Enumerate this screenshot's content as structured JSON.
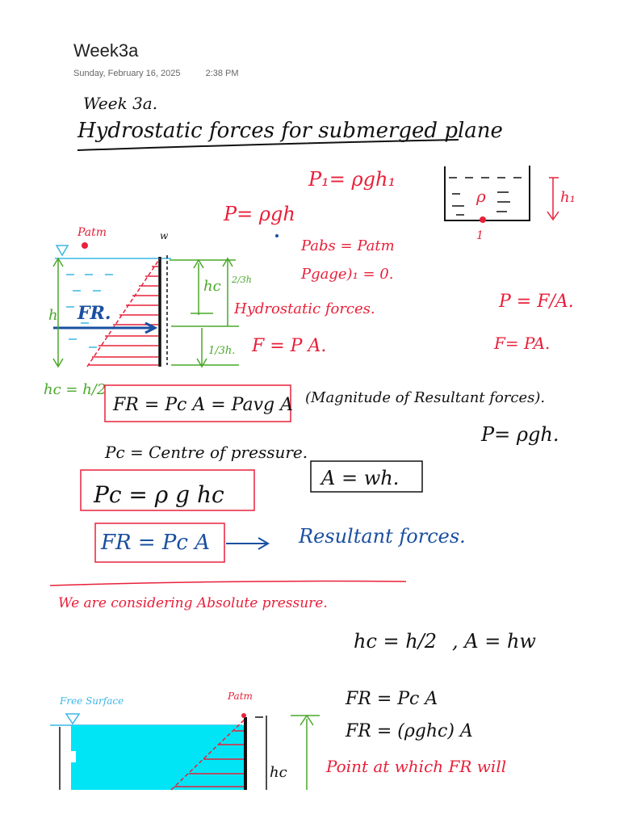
{
  "page": {
    "title": "Week3a",
    "date": "Sunday, February 16, 2025",
    "time": "2:38 PM"
  },
  "notes": {
    "heading": "Week 3a.",
    "topic": "Hydrostatic forces for submerged plane",
    "eq_p1": "P₁= ρgh₁",
    "eq_p": "P= ρgh",
    "eq_pabs": "Pabs = Patm",
    "eq_pgage": "Pgage)₁ = 0.",
    "tank_rho": "ρ",
    "tank_h1": "h₁",
    "tank_point": "1",
    "fig1_patm": "Patm",
    "fig1_w": "w",
    "fig1_hc": "hc",
    "fig1_two_thirds": "2/3h",
    "fig1_one_third": "1/3h.",
    "fig1_h": "h",
    "fig1_fr": "FR.",
    "hydro_label": "Hydrostatic forces.",
    "eq_f_pa": "F = P A.",
    "eq_p_fa": "P = F/A.",
    "eq_f_pa2": "F= PA.",
    "hc_def": "hc = h/2",
    "fr_box": "FR = Pc A = Pavg A",
    "magnitude_note": "(Magnitude of Resultant forces).",
    "p_rho_gh": "P= ρgh.",
    "pc_def": "Pc = Centre of pressure.",
    "pc_box": "Pc = ρ g hc",
    "a_box": "A = wh.",
    "fr_pc_box": "FR = Pc A",
    "resultant_label": "Resultant forces.",
    "absolute_note": "We are considering Absolute pressure.",
    "hc_half": "hc = h/2",
    "a_hw": ", A = hw",
    "fig2_free_surface": "Free Surface",
    "fig2_patm": "Patm",
    "fig2_hc": "hc",
    "fr_pc_a": "FR = Pc A",
    "fr_rho_ghc": "FR = (ρghc) A",
    "point_note": "Point at which FR will"
  },
  "colors": {
    "ink_black": "#111111",
    "ink_red": "#e8203a",
    "ink_green": "#4aa82a",
    "ink_blue": "#1a4fa0",
    "ink_cyan": "#3ab7e6",
    "fill_cyan": "#00e5f5"
  }
}
